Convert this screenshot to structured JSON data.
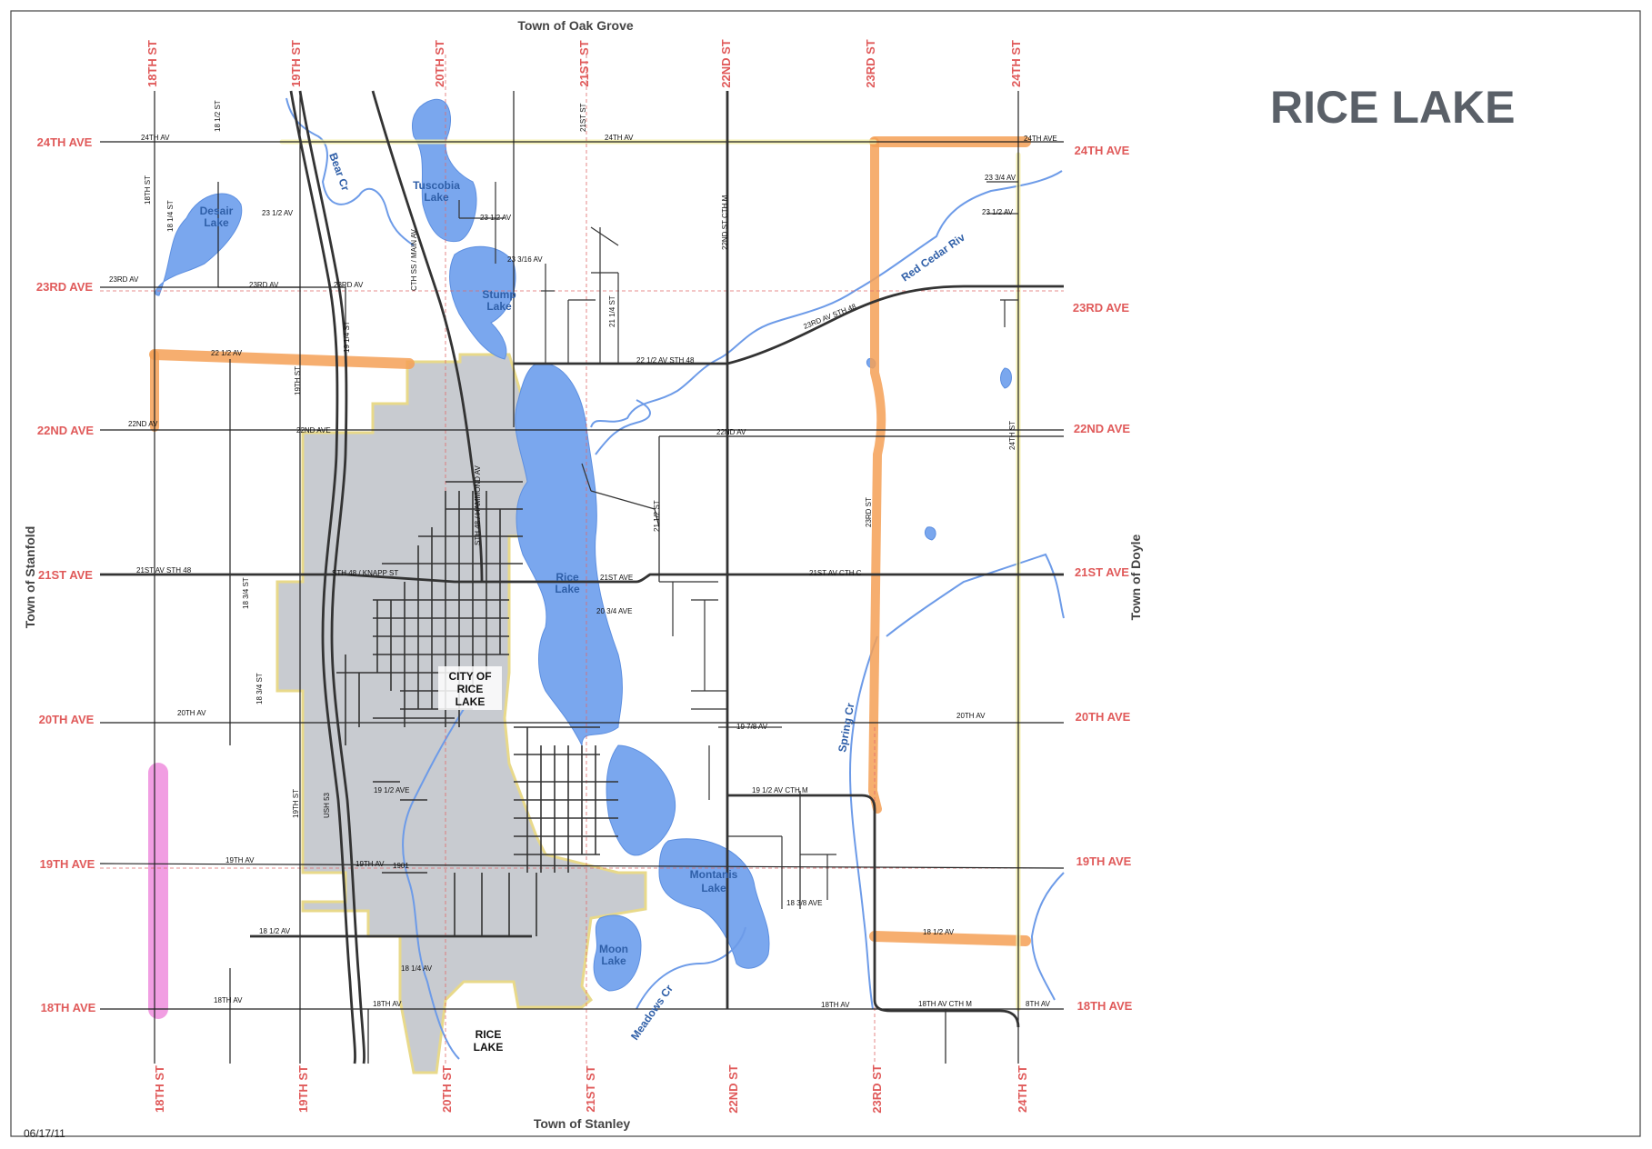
{
  "map": {
    "title": "RICE LAKE",
    "date": "06/17/11",
    "towns": {
      "north": "Town of Oak Grove",
      "south": "Town of Stanley",
      "west": "Town of Stanfold",
      "east": "Town of Doyle"
    },
    "columns": [
      "18TH ST",
      "19TH ST",
      "20TH ST",
      "21ST ST",
      "22ND ST",
      "23RD ST",
      "24TH ST"
    ],
    "rows": [
      "24TH AVE",
      "23RD AVE",
      "22ND AVE",
      "21ST AVE",
      "20TH AVE",
      "19TH AVE",
      "18TH AVE"
    ],
    "city": {
      "line1": "CITY OF",
      "line2": "RICE",
      "line3": "LAKE"
    },
    "city_south": {
      "line1": "RICE",
      "line2": "LAKE"
    },
    "lakes": [
      {
        "line1": "Desair",
        "line2": "Lake"
      },
      {
        "line1": "Tuscobia",
        "line2": "Lake"
      },
      {
        "line1": "Stump",
        "line2": "Lake"
      },
      {
        "line1": "Rice",
        "line2": "Lake"
      },
      {
        "line1": "Montanis",
        "line2": "Lake"
      },
      {
        "line1": "Moon",
        "line2": "Lake"
      }
    ],
    "rivers": [
      "Bear Cr",
      "Red Cedar Riv",
      "Spring Cr",
      "Meadows Cr"
    ],
    "roads": {
      "av24": "24TH AV",
      "av24b": "24TH AV",
      "av24c": "24TH AVE",
      "av23": "23RD AV",
      "av23b": "23RD AV",
      "av23c": "23RD AV",
      "av23sth": "23RD AV STH 48",
      "av2234": "23 3/4 AV",
      "av2312": "23 1/2 AV",
      "av2312b": "23 1/2 AV",
      "av2312c": "23 1/2 AV",
      "av22316": "23 3/16 AV",
      "av2212": "22 1/2 AV",
      "av2212sth": "22 1/2 AV STH 48",
      "av22": "22ND AV",
      "av22b": "22ND AVE",
      "av22c": "22ND AV",
      "av21": "21ST AV STH 48",
      "av21b": "21ST AVE",
      "av21c": "21ST AV CTH C",
      "knapp": "STH 48 / KNAPP ST",
      "av2034": "20 3/4 AVE",
      "av20": "20TH AV",
      "av20b": "20TH AV",
      "av1978": "19 7/8 AV",
      "av1912": "19 1/2 AVE",
      "av1912m": "19 1/2 AV CTH M",
      "av19": "19TH AV",
      "av19b": "19TH AV",
      "y1901": "1901",
      "av1812": "18 1/2 AV",
      "av1812b": "18 1/2 AV",
      "av1814": "18 1/4 AV",
      "av18": "18TH AV",
      "av18b": "18TH AV",
      "av18c": "18TH AV",
      "av18m": "18TH AV CTH M",
      "av18d": "8TH AV",
      "av1838": "18 3/8 AVE",
      "st1812": "18 1/2 ST",
      "st1814": "18 1/4 ST",
      "st1834": "18 3/4 ST",
      "st1834b": "18 3/4 ST",
      "st18": "18TH ST",
      "st19": "19TH ST",
      "st1914": "19 1/4 ST",
      "st19b": "19TH ST",
      "st21": "21ST ST",
      "st2112": "21 1/2 ST",
      "st2114": "21 1/4 ST",
      "st22": "22ND ST CTH M",
      "st23": "23RD ST",
      "st24": "24TH ST",
      "usHwy": "USH 53",
      "hammond": "STH 48 / HAMMOND AV",
      "sth48": "CTH SS / MAIN AV"
    }
  }
}
